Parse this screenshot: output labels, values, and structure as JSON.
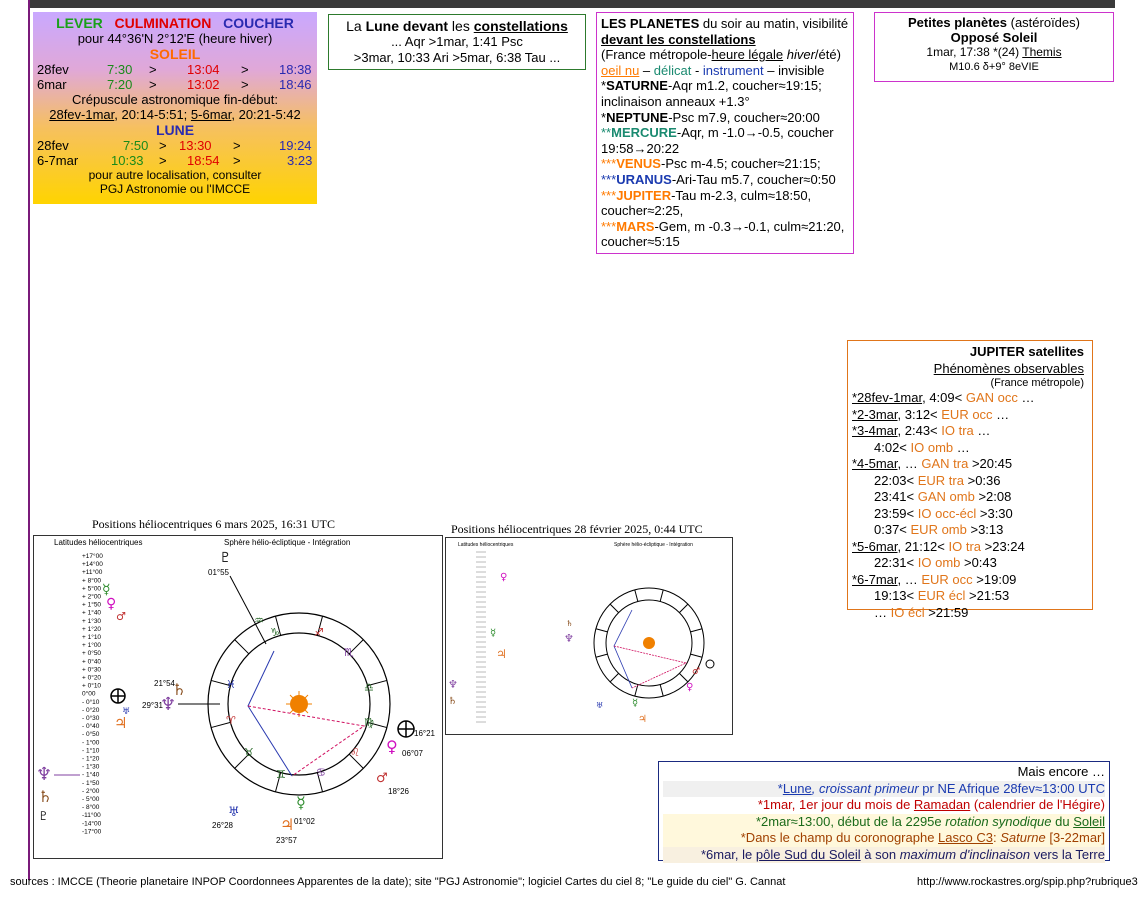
{
  "sun_box": {
    "h_lever": "LEVER",
    "h_culm": "CULMINATION",
    "h_coucher": "COUCHER",
    "location": "pour 44°36'N  2°12'E (heure hiver)",
    "soleil_title": "SOLEIL",
    "soleil_rows": [
      {
        "date": "28fev",
        "rise": "7:30",
        "culm": "13:04",
        "set": "18:38"
      },
      {
        "date": "6mar",
        "rise": "7:20",
        "culm": "13:02",
        "set": "18:46"
      }
    ],
    "sep": ">",
    "twilight_title": "Crépuscule astronomique fin-début:",
    "twilight_a": "28fev-1mar",
    "twilight_a_val": ", 20:14-5:51; ",
    "twilight_b": "5-6mar",
    "twilight_b_val": ", 20:21-5:42",
    "lune_title": "LUNE",
    "lune_rows": [
      {
        "date": "28fev",
        "rise": "7:50",
        "culm": "13:30",
        "set": "19:24"
      },
      {
        "date": "6-7mar",
        "rise": "10:33",
        "culm": "18:54",
        "set": "3:23"
      }
    ],
    "note1": "pour autre localisation, consulter",
    "note2": "PGJ Astronomie ou l'IMCCE"
  },
  "moon_box": {
    "pre": "La ",
    "lune": "Lune devant",
    "mid": " les ",
    "const": "constellations",
    "l2": "... Aqr >1mar, 1:41 Psc",
    "l3": ">3mar, 10:33 Ari >5mar, 6:38 Tau ..."
  },
  "planets": {
    "title": "LES PLANETES",
    "title_rest": " du soir au matin, visibilité",
    "title2": "devant les constellations",
    "context_pre": "(France métropole-",
    "context_u": "heure légale",
    "context_i": " hiver",
    "context_end": "/été)",
    "legend_oeil": "oeil nu",
    "legend_delicat": "délicat",
    "legend_instr": "instrument",
    "legend_invis": "invisible",
    "saturne": {
      "star": "*",
      "name": "SATURNE",
      "rest": "-Aqr m1.2, coucher≈19:15; inclinaison anneaux +1.3°"
    },
    "neptune": {
      "star": "*",
      "name": "NEPTUNE",
      "rest": "-Psc m7.9, coucher≈20:00"
    },
    "mercure": {
      "star": "**",
      "name": "MERCURE",
      "rest": "-Aqr, m -1.0→-0.5, coucher 19:58→20:22"
    },
    "venus": {
      "star": "***",
      "name": "VENUS",
      "rest": "-Psc m-4.5; coucher≈21:15;"
    },
    "uranus": {
      "star": "***",
      "name": "URANUS",
      "rest": "-Ari-Tau m5.7, coucher≈0:50"
    },
    "jupiter": {
      "star": "***",
      "name": "JUPITER",
      "rest": "-Tau m-2.3, culm≈18:50, coucher≈2:25,"
    },
    "mars": {
      "star": "***",
      "name": "MARS",
      "rest": "-Gem, m -0.3→-0.1, culm≈21:20, coucher≈5:15"
    }
  },
  "asteroids": {
    "title": "Petites planètes",
    "title_rest": " (astéroïdes)",
    "sub": "Opposé Soleil",
    "l1_pre": "1mar, 17:38 *(24) ",
    "l1_name": "Themis",
    "l2": "M10.6  δ+9° 8eVIE"
  },
  "jupiter_sat": {
    "title": "JUPITER satellites",
    "sub": "Phénomènes observables",
    "ctx": "(France métropole)",
    "lines": [
      {
        "d": "*28fev-1mar",
        "t": ", 4:09< ",
        "p": "GAN occ",
        "e": " …"
      },
      {
        "d": "*2-3mar",
        "t": ", 3:12< ",
        "p": "EUR occ",
        "e": " …"
      },
      {
        "d": "*3-4mar",
        "t": ", 2:43< ",
        "p": "IO tra",
        "e": " …"
      },
      {
        "d": "",
        "t": "4:02< ",
        "p": "IO omb",
        "e": " …"
      },
      {
        "d": "*4-5mar",
        "t": ", … ",
        "p": "GAN tra",
        "e": " >20:45"
      },
      {
        "d": "",
        "t": "22:03< ",
        "p": "EUR tra",
        "e": " >0:36"
      },
      {
        "d": "",
        "t": "23:41< ",
        "p": "GAN omb",
        "e": " >2:08"
      },
      {
        "d": "",
        "t": "23:59< ",
        "p": "IO occ-écl",
        "e": " >3:30"
      },
      {
        "d": "",
        "t": "0:37< ",
        "p": "EUR omb",
        "e": " >3:13"
      },
      {
        "d": "*5-6mar",
        "t": ", 21:12< ",
        "p": "IO tra",
        "e": " >23:24"
      },
      {
        "d": "",
        "t": "22:31< ",
        "p": "IO omb",
        "e": " >0:43"
      },
      {
        "d": "*6-7mar",
        "t": ", … ",
        "p": "EUR occ",
        "e": " >19:09"
      },
      {
        "d": "",
        "t": "19:13< ",
        "p": "EUR écl",
        "e": " >21:53"
      },
      {
        "d": "",
        "t": "… ",
        "p": "IO écl",
        "e": " >21:59"
      }
    ]
  },
  "encore": {
    "title": "Mais encore …",
    "l1_star": "*",
    "l1_u": "Lune",
    "l1_i": ", croissant primeur",
    "l1_rest": " pr NE Afrique 28fev≈13:00 UTC",
    "l2_pre": "*1mar, 1er jour du mois de ",
    "l2_u": "Ramadan",
    "l2_rest": " (calendrier de l'Hégire)",
    "l3_pre": "*2mar≈13:00, début de la 2295e ",
    "l3_i": "rotation synodique",
    "l3_mid": " du ",
    "l3_u": "Soleil",
    "l4_pre": "*Dans le champ du coronographe ",
    "l4_u": "Lasco C3",
    "l4_mid": ": ",
    "l4_i": "Saturne",
    "l4_rest": " [3-22mar]",
    "l5_pre": "*6mar, le ",
    "l5_u": "pôle Sud du Soleil",
    "l5_mid": " à son ",
    "l5_i": "maximum d'inclinaison",
    "l5_rest": " vers la Terre"
  },
  "chart1": {
    "title": "Positions héliocentriques 6 mars 2025, 16:31 UTC",
    "left_title": "Latitudes héliocentriques",
    "right_title": "Sphère hélio-écliptique - Intégration",
    "lat_labels": [
      "+17°00",
      "+14°00",
      "+11°00",
      "+ 8°00",
      "+ 5°00",
      "+ 2°00",
      "+ 1°50",
      "+ 1°40",
      "+ 1°30",
      "+ 1°20",
      "+ 1°10",
      "+ 1°00",
      "+ 0°50",
      "+ 0°40",
      "+ 0°30",
      "+ 0°20",
      "+ 0°10",
      "0°00",
      "- 0°10",
      "- 0°20",
      "- 0°30",
      "- 0°40",
      "- 0°50",
      "- 1°00",
      "- 1°10",
      "- 1°20",
      "- 1°30",
      "- 1°40",
      "- 1°50",
      "- 2°00",
      "- 5°00",
      "- 8°00",
      "-11°00",
      "-14°00",
      "-17°00"
    ],
    "labels": {
      "pluto": "01°55",
      "saturn": "21°54",
      "neptune": "29°31",
      "earth": "16°21",
      "venus": "06°07",
      "mars": "18°26",
      "uranus": "26°28",
      "mercury": "01°02",
      "jupiter": "23°57"
    }
  },
  "chart2": {
    "title": "Positions héliocentriques 28 février 2025, 0:44 UTC",
    "left_title": "Latitudes héliocentriques",
    "right_title": "Sphère hélio-écliptique - Intégration"
  },
  "footer": {
    "sources": "sources : IMCCE (Theorie planetaire INPOP Coordonnees Apparentes de la date); site \"PGJ Astronomie\"; logiciel  Cartes du ciel 8; \"Le guide du ciel\" G. Cannat",
    "url": "http://www.rockastres.org/spip.php?rubrique3"
  }
}
